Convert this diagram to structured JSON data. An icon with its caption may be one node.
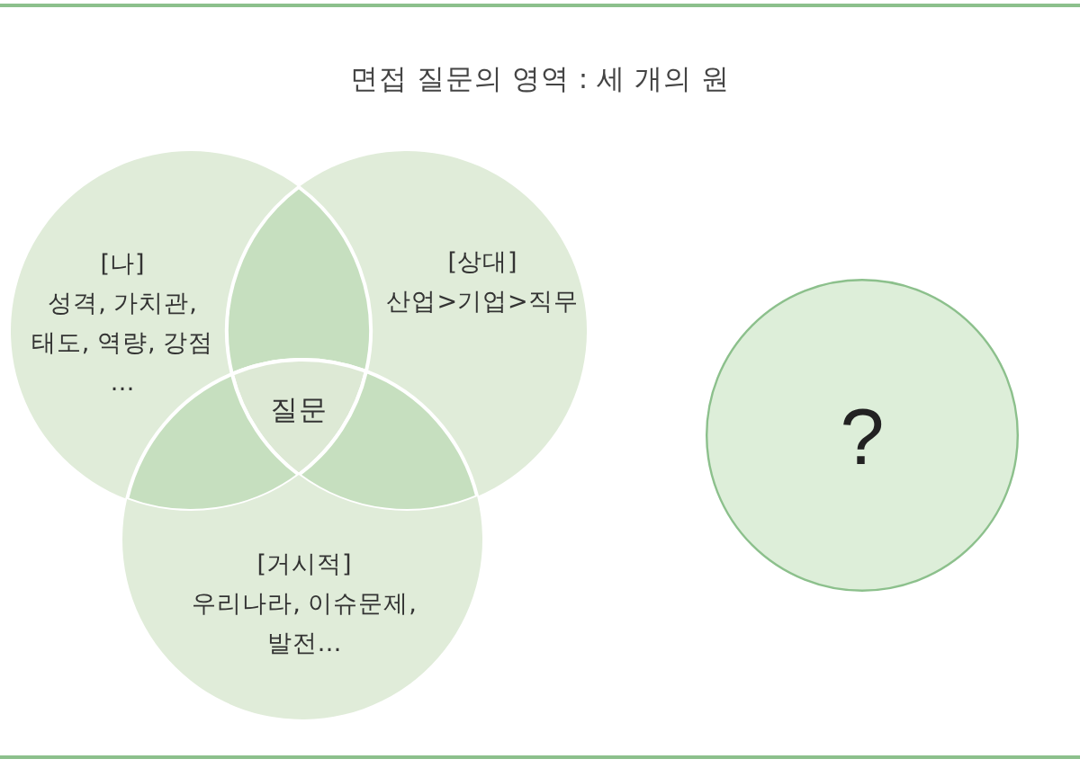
{
  "diagram": {
    "title": "면접 질문의 영역 : 세 개의 원",
    "nodes": [
      {
        "text": [
          "[나]",
          "성격, 가치관, 태도, 역량, 강점 …"
        ]
      },
      {
        "text": [
          "[상대]",
          "산업>기업>직무"
        ]
      },
      {
        "text": [],
        "shape": "lens"
      },
      {
        "text": [
          "질문"
        ]
      },
      {
        "text": [],
        "shape": "lens"
      },
      {
        "text": [],
        "shape": "lens"
      },
      {
        "text": [
          "[거시적]",
          "우리나라, 이슈문제, 발전…"
        ]
      },
      {
        "text": [
          "?"
        ]
      }
    ]
  }
}
